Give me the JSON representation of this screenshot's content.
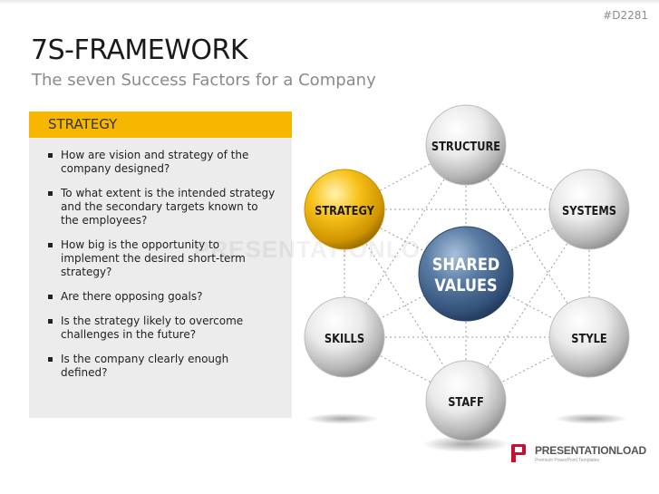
{
  "slide": {
    "id": "#D2281",
    "title": "7S-FRAMEWORK",
    "subtitle": "The seven Success Factors for a Company"
  },
  "panel": {
    "heading": "STRATEGY",
    "heading_color": "#f7b700",
    "bullets": [
      "How are vision and strategy of the company designed?",
      "To what extent is the intended strategy and the secondary targets known to the employees?",
      "How big is the opportunity to implement the desired short-term strategy?",
      "Are there opposing goals?",
      "Is the strategy likely to overcome challenges in the future?",
      "Is the company clearly enough defined?"
    ]
  },
  "diagram": {
    "center": [
      "SHARED",
      "VALUES"
    ],
    "center_color": "#4a6a90",
    "highlight_color": "#f2b705",
    "nodes": {
      "structure": "STRUCTURE",
      "systems": "SYSTEMS",
      "strategy": "STRATEGY",
      "skills": "SKILLS",
      "style": "STYLE",
      "staff": "STAFF"
    },
    "highlighted_node": "STRATEGY"
  },
  "watermark": "PRESENTATIONLOAD",
  "logo": {
    "name": "PRESENTATIONLOAD",
    "tagline": "Premium PowerPoint Templates",
    "icon": "presentationload-logo-icon"
  }
}
